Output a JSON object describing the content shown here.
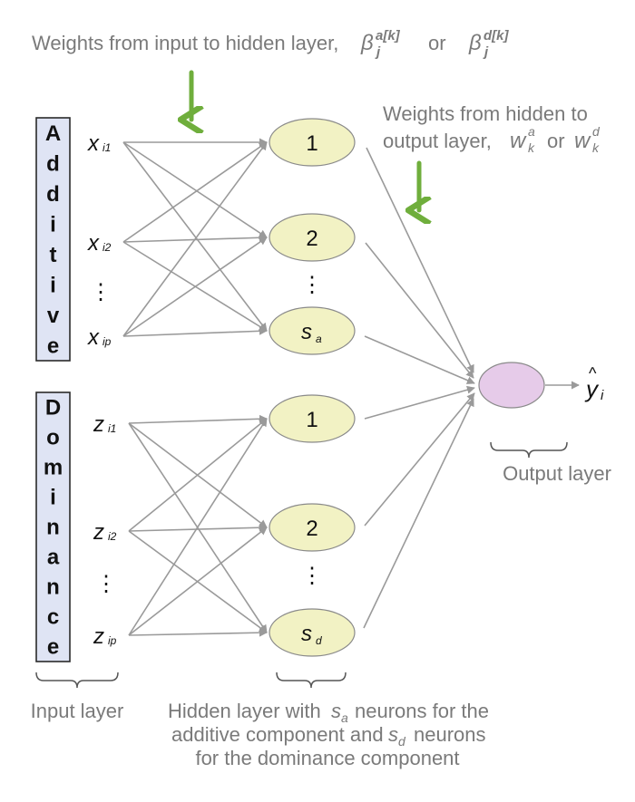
{
  "top_annotation": {
    "text": "Weights from input to hidden layer,",
    "sym1": "β",
    "sup1": "a[k]",
    "sub1": "j",
    "or": "or",
    "sym2": "β",
    "sup2": "d[k]",
    "sub2": "j"
  },
  "right_annotation": {
    "line1": "Weights from hidden to",
    "line2": "output layer,",
    "sym1": "w",
    "sup1": "a",
    "sub1": "k",
    "or": "or",
    "sym2": "w",
    "sup2": "d",
    "sub2": "k"
  },
  "additive_box_letters": [
    "A",
    "d",
    "d",
    "i",
    "t",
    "i",
    "v",
    "e"
  ],
  "dominance_box_letters": [
    "D",
    "o",
    "m",
    "i",
    "n",
    "a",
    "n",
    "c",
    "e"
  ],
  "additive_inputs": [
    {
      "var": "x",
      "sub": "i1"
    },
    {
      "var": "x",
      "sub": "i2"
    },
    {
      "var": "x",
      "sub": "ip"
    }
  ],
  "dominance_inputs": [
    {
      "var": "z",
      "sub": "i1"
    },
    {
      "var": "z",
      "sub": "i2"
    },
    {
      "var": "z",
      "sub": "ip"
    }
  ],
  "ellipsis": "⋮",
  "additive_hidden": [
    "1",
    "2"
  ],
  "additive_hidden_last": {
    "var": "s",
    "sub": "a"
  },
  "dominance_hidden": [
    "1",
    "2"
  ],
  "dominance_hidden_last": {
    "var": "s",
    "sub": "d"
  },
  "output": {
    "var": "y",
    "hat": "^",
    "sub": "i"
  },
  "labels": {
    "input_layer": "Input layer",
    "output_layer": "Output layer",
    "hidden_line1_pre": "Hidden layer with",
    "hidden_line1_var": "s",
    "hidden_line1_sub": "a",
    "hidden_line1_post": "neurons for the",
    "hidden_line2_pre": "additive component and",
    "hidden_line2_var": "s",
    "hidden_line2_sub": "d",
    "hidden_line2_post": "neurons",
    "hidden_line3": "for the dominance component"
  }
}
